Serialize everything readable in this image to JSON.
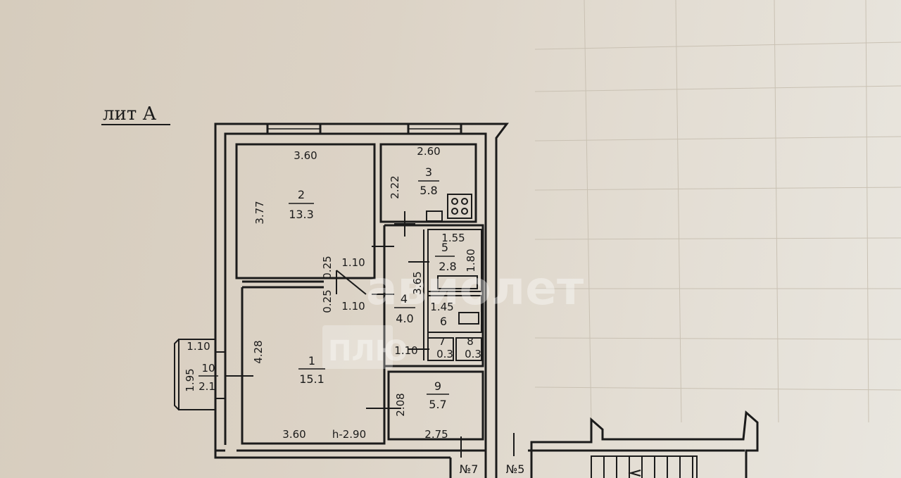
{
  "title": "лит А",
  "rooms": [
    {
      "number": "1",
      "area": "15.1"
    },
    {
      "number": "2",
      "area": "13.3"
    },
    {
      "number": "3",
      "area": "5.8"
    },
    {
      "number": "4",
      "area": "4.0"
    },
    {
      "number": "5",
      "area": "2.8"
    },
    {
      "number": "6",
      "area": ""
    },
    {
      "number": "7",
      "area": "0.3"
    },
    {
      "number": "8",
      "area": "0.3"
    },
    {
      "number": "9",
      "area": "5.7"
    },
    {
      "number": "10",
      "area": "2.1"
    }
  ],
  "dimensions": {
    "room2_width": "3.60",
    "room2_height": "3.77",
    "room3_width": "2.60",
    "room3_height": "2.22",
    "room5_width": "1.55",
    "room5_height": "1.80",
    "room4_height": "3.65",
    "corridor_upper": "1.10",
    "corridor_lower": "1.10",
    "corridor_bottom": "1.10",
    "room6_width": "1.45",
    "partition_top": "0.25",
    "partition_bottom": "0.25",
    "room1_height": "4.28",
    "room1_width": "3.60",
    "ceiling_height": "h-2.90",
    "room9_height": "2.08",
    "room9_width": "2.75",
    "balcony_width": "1.10",
    "balcony_depth": "1.95"
  },
  "stairs": {
    "left": "№7",
    "right": "№5"
  },
  "watermark": {
    "main": "авиолет",
    "sub": "ПЛЮ"
  },
  "colors": {
    "paper": "#dcd3c6",
    "ink": "#1b1b1b"
  }
}
